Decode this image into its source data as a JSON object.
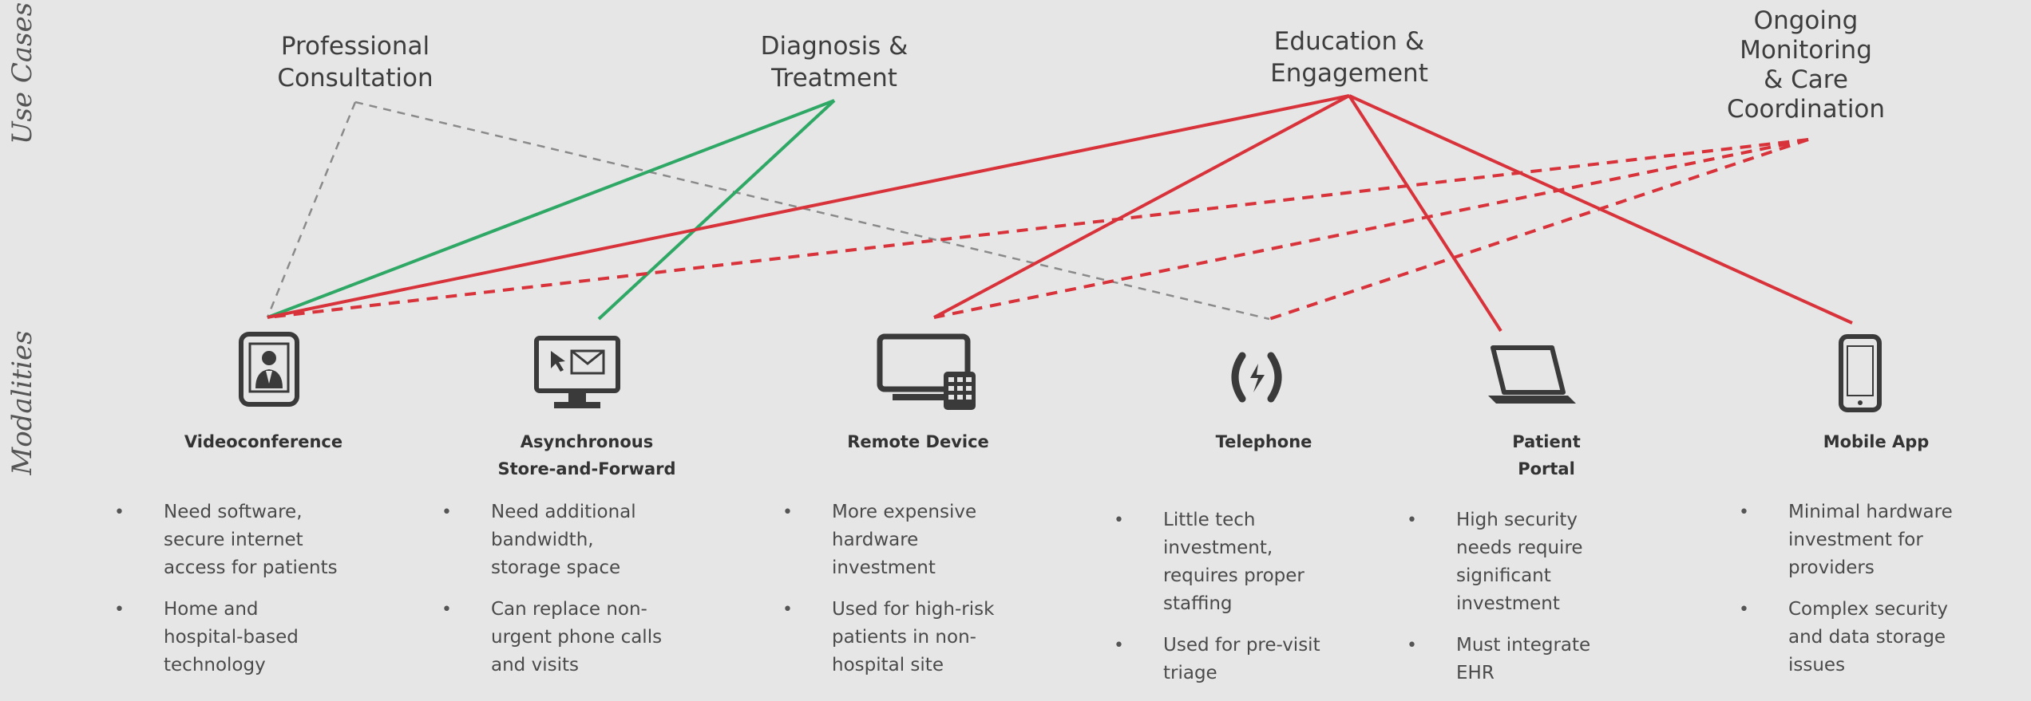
{
  "axis_labels": {
    "use_cases": "Use Cases",
    "modalities": "Modalities"
  },
  "use_cases": [
    {
      "id": "consult",
      "label": "Professional\nConsultation"
    },
    {
      "id": "diag",
      "label": "Diagnosis &\nTreatment"
    },
    {
      "id": "edu",
      "label": "Education &\nEngagement"
    },
    {
      "id": "monitor",
      "label": "Ongoing\nMonitoring\n& Care\nCoordination"
    }
  ],
  "modalities": [
    {
      "id": "video",
      "label": "Videoconference",
      "icon": "tablet-doctor-icon",
      "bullets": [
        "Need software,\nsecure internet\naccess for patients",
        "Home and\nhospital-based\ntechnology"
      ]
    },
    {
      "id": "async",
      "label": "Asynchronous\nStore-and-Forward",
      "icon": "monitor-mail-icon",
      "bullets": [
        "Need additional\nbandwidth,\nstorage space",
        "Can replace non-\nurgent phone calls\nand visits"
      ]
    },
    {
      "id": "remote",
      "label": "Remote Device",
      "icon": "monitor-keypad-icon",
      "bullets": [
        "More expensive\nhardware\ninvestment",
        "Used for high-risk\npatients in non-\nhospital site"
      ]
    },
    {
      "id": "phone",
      "label": "Telephone",
      "icon": "phone-signal-icon",
      "bullets": [
        "Little tech\ninvestment,\nrequires proper\nstaffing",
        "Used for pre-visit\ntriage"
      ]
    },
    {
      "id": "portal",
      "label": "Patient\nPortal",
      "icon": "laptop-icon",
      "bullets": [
        "High security\nneeds require\nsignificant\ninvestment",
        "Must integrate\nEHR"
      ]
    },
    {
      "id": "mobile",
      "label": "Mobile App",
      "icon": "smartphone-icon",
      "bullets": [
        "Minimal hardware\ninvestment for\nproviders",
        "Complex security\nand data storage\nissues"
      ]
    }
  ],
  "connections": [
    {
      "from": "consult",
      "to": "video",
      "style": "dashed-gray"
    },
    {
      "from": "consult",
      "to": "phone",
      "style": "dashed-gray"
    },
    {
      "from": "diag",
      "to": "video",
      "style": "solid-green"
    },
    {
      "from": "diag",
      "to": "async",
      "style": "solid-green"
    },
    {
      "from": "edu",
      "to": "video",
      "style": "solid-red"
    },
    {
      "from": "edu",
      "to": "remote",
      "style": "solid-red"
    },
    {
      "from": "edu",
      "to": "portal",
      "style": "solid-red"
    },
    {
      "from": "edu",
      "to": "mobile",
      "style": "solid-red"
    },
    {
      "from": "monitor",
      "to": "video",
      "style": "dashed-red"
    },
    {
      "from": "monitor",
      "to": "remote",
      "style": "dashed-red"
    },
    {
      "from": "monitor",
      "to": "phone",
      "style": "dashed-red"
    }
  ],
  "colors": {
    "background": "#e6e6e6",
    "green": "#2fa866",
    "red": "#d8323a",
    "gray": "#8a8a8a",
    "text": "#3a3a3a"
  }
}
